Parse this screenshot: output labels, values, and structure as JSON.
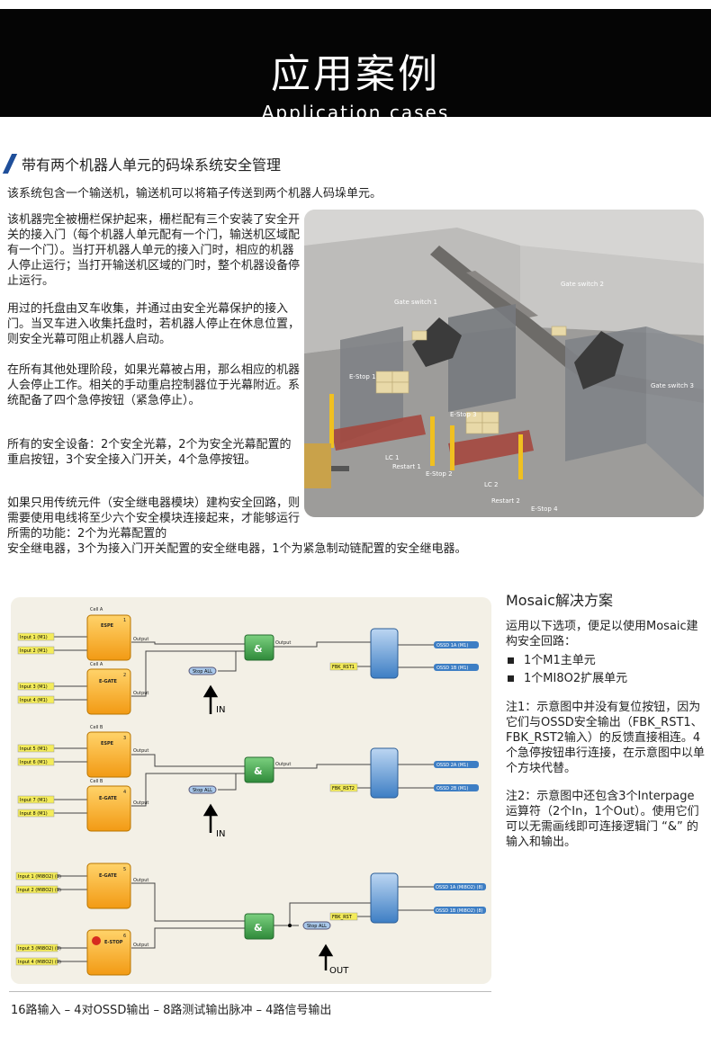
{
  "banner": {
    "title_zh": "应用案例",
    "title_en": "Application cases"
  },
  "section": {
    "title": "带有两个机器人单元的码垛系统安全管理",
    "intro": "该系统包含一个输送机，输送机可以将箱子传送到两个机器人码垛单元。",
    "paragraphs": [
      "该机器完全被栅栏保护起来，栅栏配有三个安装了安全开关的接入门（每个机器人单元配有一个门，输送机区域配有一个门）。当打开机器人单元的接入门时，相应的机器人停止运行；当打开输送机区域的门时，整个机器设备停止运行。",
      "用过的托盘由叉车收集，并通过由安全光幕保护的接入门。当叉车进入收集托盘时，若机器人停止在休息位置，则安全光幕可阻止机器人启动。",
      "在所有其他处理阶段，如果光幕被占用，那么相应的机器人会停止工作。相关的手动重启控制器位于光幕附近。系统配备了四个急停按钮（紧急停止）。",
      "所有的安全设备：2个安全光幕，2个为安全光幕配置的重启按钮，3个安全接入门开关，4个急停按钮。",
      "如果只用传统元件（安全继电器模块）建构安全回路，则需要使用电线将至少六个安全模块连接起来，才能够运行所需的功能：2个为光幕配置的",
      "安全继电器，3个为接入门开关配置的安全继电器，1个为紧急制动链配置的安全继电器。"
    ]
  },
  "scene": {
    "labels": [
      "Gate switch 1",
      "Gate switch 2",
      "Gate switch 3",
      "E-Stop 1",
      "E-Stop 2",
      "E-Stop 3",
      "E-Stop 4",
      "LC 1",
      "LC 2",
      "Restart 1",
      "Restart 2"
    ]
  },
  "diagram": {
    "blocks": [
      {
        "cell": "Cell A",
        "num": "1",
        "type": "ESPE",
        "out": "Output"
      },
      {
        "cell": "Cell A",
        "num": "2",
        "type": "E-GATE",
        "out": "Output"
      },
      {
        "cell": "Cell B",
        "num": "3",
        "type": "ESPE",
        "out": "Output"
      },
      {
        "cell": "Cell B",
        "num": "4",
        "type": "E-GATE",
        "out": "Output"
      },
      {
        "cell": "",
        "num": "5",
        "type": "E-GATE",
        "out": "Output"
      },
      {
        "cell": "",
        "num": "6",
        "type": "E-STOP",
        "out": "Output"
      }
    ],
    "inputs": [
      "Input 1 (M1)",
      "Input 2 (M1)",
      "Input 3 (M1)",
      "Input 4 (M1)",
      "Input 5 (M1)",
      "Input 6 (M1)",
      "Input 7 (M1)",
      "Input 8 (M1)",
      "Input 1 (MI8O2) (8)",
      "Input 2 (MI8O2) (8)",
      "Input 3 (MI8O2) (8)",
      "Input 4 (MI8O2) (8)"
    ],
    "and_label": "&",
    "and_output": "Output",
    "stop_all_in": "Stop ALL",
    "stop_all_out": "Stop ALL",
    "fbk": [
      "FBK_RST1",
      "FBK_RST2",
      "FBK_RST"
    ],
    "outputs": [
      "OSSD 1A (M1)",
      "OSSD 1B (M1)",
      "OSSD 2A (M1)",
      "OSSD 2B (M1)",
      "OSSD 1A (MI8O2) (8)",
      "OSSD 1B (MI8O2) (8)"
    ],
    "arrow_labels": [
      "IN",
      "IN",
      "OUT"
    ]
  },
  "side": {
    "title": "Mosaic解决方案",
    "lead": "运用以下选项，便足以使用Mosaic建构安全回路：",
    "items": [
      "1个M1主单元",
      "1个MI8O2扩展单元"
    ],
    "note1": "注1：示意图中并没有复位按钮，因为它们与OSSD安全输出（FBK_RST1、FBK_RST2输入）的反馈直接相连。4个急停按钮串行连接，在示意图中以单个方块代替。",
    "note2": "注2：示意图中还包含3个Interpage运算符（2个In，1个Out）。使用它们可以无需画线即可连接逻辑门 “&” 的输入和输出。"
  },
  "footer": "16路输入 – 4对OSSD输出 – 8路测试输出脉冲 – 4路信号输出",
  "colors": {
    "banner_bg": "#050505",
    "accent": "#1f4f9a",
    "block_orange": "#f5a623",
    "and_green": "#3f9a4a",
    "ossd_blue": "#3d7ec4"
  }
}
